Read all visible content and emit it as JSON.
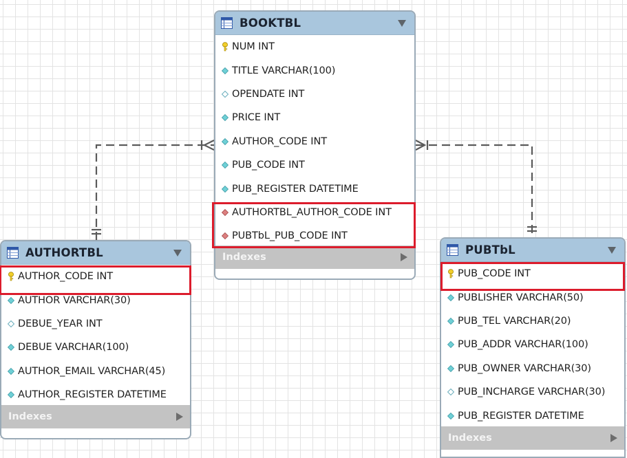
{
  "tables": {
    "booktbl": {
      "title": "BOOKTBL",
      "indexes_label": "Indexes",
      "columns": [
        {
          "text": "NUM INT",
          "kind": "primary-key"
        },
        {
          "text": "TITLE VARCHAR(100)",
          "kind": "column"
        },
        {
          "text": "OPENDATE INT",
          "kind": "nullable"
        },
        {
          "text": "PRICE INT",
          "kind": "column"
        },
        {
          "text": "AUTHOR_CODE INT",
          "kind": "column"
        },
        {
          "text": "PUB_CODE INT",
          "kind": "column"
        },
        {
          "text": "PUB_REGISTER DATETIME",
          "kind": "column"
        },
        {
          "text": "AUTHORTBL_AUTHOR_CODE INT",
          "kind": "foreign-key"
        },
        {
          "text": "PUBTbL_PUB_CODE INT",
          "kind": "foreign-key"
        }
      ]
    },
    "authortbl": {
      "title": "AUTHORTBL",
      "indexes_label": "Indexes",
      "columns": [
        {
          "text": "AUTHOR_CODE INT",
          "kind": "primary-key"
        },
        {
          "text": "AUTHOR VARCHAR(30)",
          "kind": "column"
        },
        {
          "text": "DEBUE_YEAR INT",
          "kind": "nullable"
        },
        {
          "text": "DEBUE VARCHAR(100)",
          "kind": "column"
        },
        {
          "text": "AUTHOR_EMAIL VARCHAR(45)",
          "kind": "column"
        },
        {
          "text": "AUTHOR_REGISTER DATETIME",
          "kind": "column"
        }
      ]
    },
    "pubtbl": {
      "title": "PUBTbL",
      "indexes_label": "Indexes",
      "columns": [
        {
          "text": "PUB_CODE INT",
          "kind": "primary-key"
        },
        {
          "text": "PUBLISHER VARCHAR(50)",
          "kind": "column"
        },
        {
          "text": "PUB_TEL VARCHAR(20)",
          "kind": "column"
        },
        {
          "text": "PUB_ADDR VARCHAR(100)",
          "kind": "column"
        },
        {
          "text": "PUB_OWNER VARCHAR(30)",
          "kind": "column"
        },
        {
          "text": "PUB_INCHARGE VARCHAR(30)",
          "kind": "nullable"
        },
        {
          "text": "PUB_REGISTER DATETIME",
          "kind": "column"
        }
      ]
    }
  },
  "relationships": [
    {
      "from": "authortbl",
      "to": "booktbl",
      "cardinality": "one-to-many",
      "style": "dashed"
    },
    {
      "from": "pubtbl",
      "to": "booktbl",
      "cardinality": "one-to-many",
      "style": "dashed"
    }
  ],
  "highlights": [
    {
      "table": "booktbl",
      "rows": [
        "AUTHORTBL_AUTHOR_CODE INT",
        "PUBTbL_PUB_CODE INT"
      ]
    },
    {
      "table": "authortbl",
      "rows": [
        "AUTHOR_CODE INT"
      ]
    },
    {
      "table": "pubtbl",
      "rows": [
        "PUB_CODE INT"
      ]
    }
  ],
  "colors": {
    "header": "#a9c6dd",
    "highlight": "#dc1c2c",
    "indexes_bar": "#c3c3c3",
    "connector": "#5a5a5a"
  }
}
